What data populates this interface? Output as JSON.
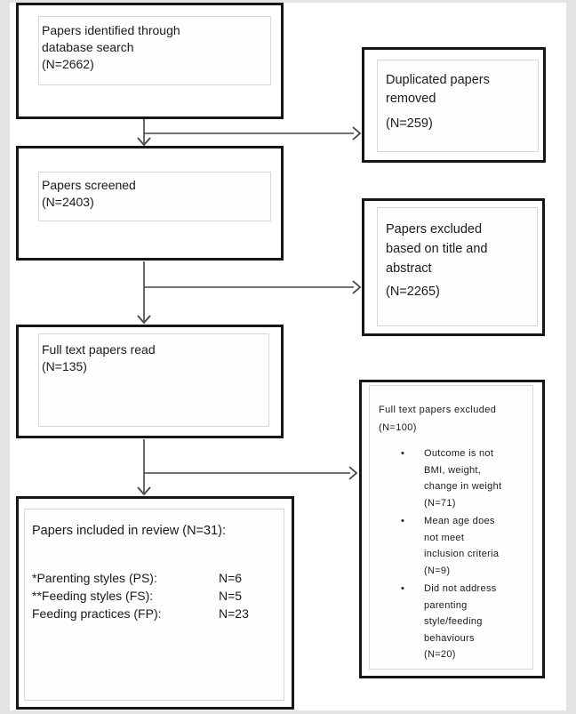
{
  "diagram": {
    "type": "literature-review-flowchart",
    "colors": {
      "box_border": "#161616",
      "inner_frame_border": "#d8d8d8",
      "connector": "#434343",
      "page_margin": "#e4e4e4",
      "text": "#1a1a1a"
    },
    "bullet_char": "•",
    "boxes": {
      "identified": {
        "text": "Papers identified through\ndatabase search\n (N=2662)"
      },
      "duplicates_removed": {
        "text": "Duplicated papers\nremoved",
        "count": "(N=259)"
      },
      "screened": {
        "text": "Papers screened\n (N=2403)"
      },
      "excluded_title_abstract": {
        "text": "Papers excluded\nbased on title and\nabstract",
        "count": "(N=2265)"
      },
      "full_text_read": {
        "text": "Full text papers read\n(N=135)"
      },
      "full_text_excluded": {
        "title": "Full text papers excluded\n(N=100)",
        "bullets": [
          "Outcome is not\nBMI, weight,\nchange in weight\n(N=71)",
          "Mean age does\nnot meet\ninclusion criteria\n(N=9)",
          "Did not address\nparenting\nstyle/feeding\nbehaviours\n(N=20)"
        ]
      },
      "included": {
        "title": "Papers included in review (N=31):",
        "rows": [
          {
            "label": "*Parenting styles (PS):",
            "value": "N=6"
          },
          {
            "label": "**Feeding styles (FS):",
            "value": "N=5"
          },
          {
            "label": "Feeding practices (FP):",
            "value": "N=23"
          }
        ]
      }
    }
  }
}
